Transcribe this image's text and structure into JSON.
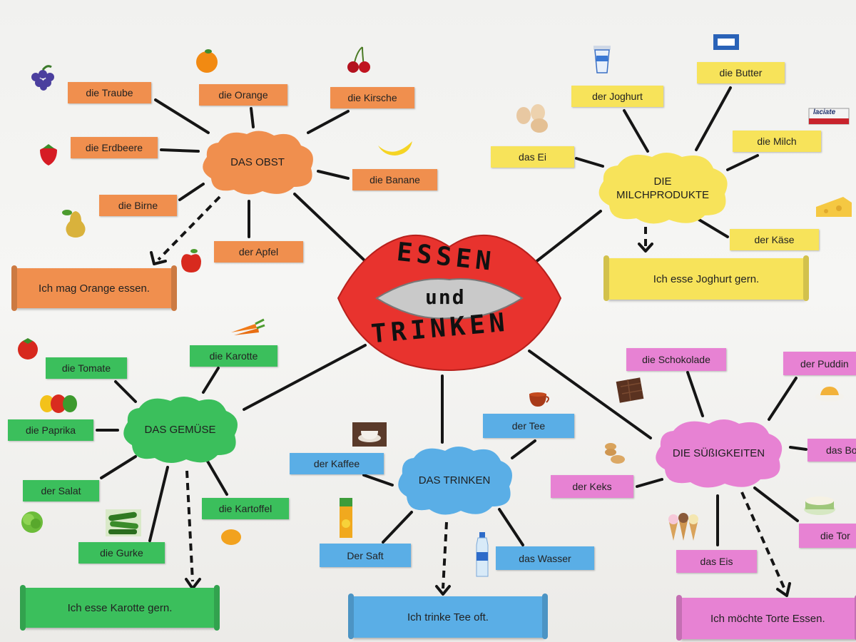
{
  "center": {
    "line1": "ESSEN",
    "line2": "und",
    "line3": "TRINKEN"
  },
  "colors": {
    "obst": "#f08f4e",
    "milch": "#f7e35a",
    "gemuese": "#3bbf5c",
    "trinken": "#5aaee6",
    "suess": "#e782d3",
    "lips": "#e8332e"
  },
  "obst": {
    "title": "DAS OBST",
    "items": [
      "die Traube",
      "die Orange",
      "die Kirsche",
      "die Erdbeere",
      "die Banane",
      "die Birne",
      "der Apfel"
    ],
    "sentence": "Ich mag Orange essen."
  },
  "milch": {
    "title_line1": "DIE",
    "title_line2": "MILCHPRODUKTE",
    "items": [
      "die Butter",
      "der Joghurt",
      "die Milch",
      "das Ei",
      "der Käse"
    ],
    "sentence": "Ich esse Joghurt gern.",
    "brand": "laciate"
  },
  "gemuese": {
    "title": "DAS GEMÜSE",
    "items": [
      "die Tomate",
      "die Karotte",
      "die Paprika",
      "der Salat",
      "die Kartoffel",
      "die Gurke"
    ],
    "sentence": "Ich esse Karotte gern."
  },
  "trinken": {
    "title": "DAS TRINKEN",
    "items": [
      "der Tee",
      "der Kaffee",
      "Der Saft",
      "das Wasser"
    ],
    "sentence": "Ich trinke Tee oft."
  },
  "suess": {
    "title": "DIE SÜßIGKEITEN",
    "items": [
      "die Schokolade",
      "der Puddin",
      "das Bo",
      "der Keks",
      "die Tor",
      "das Eis"
    ],
    "sentence": "Ich möchte Torte Essen."
  }
}
